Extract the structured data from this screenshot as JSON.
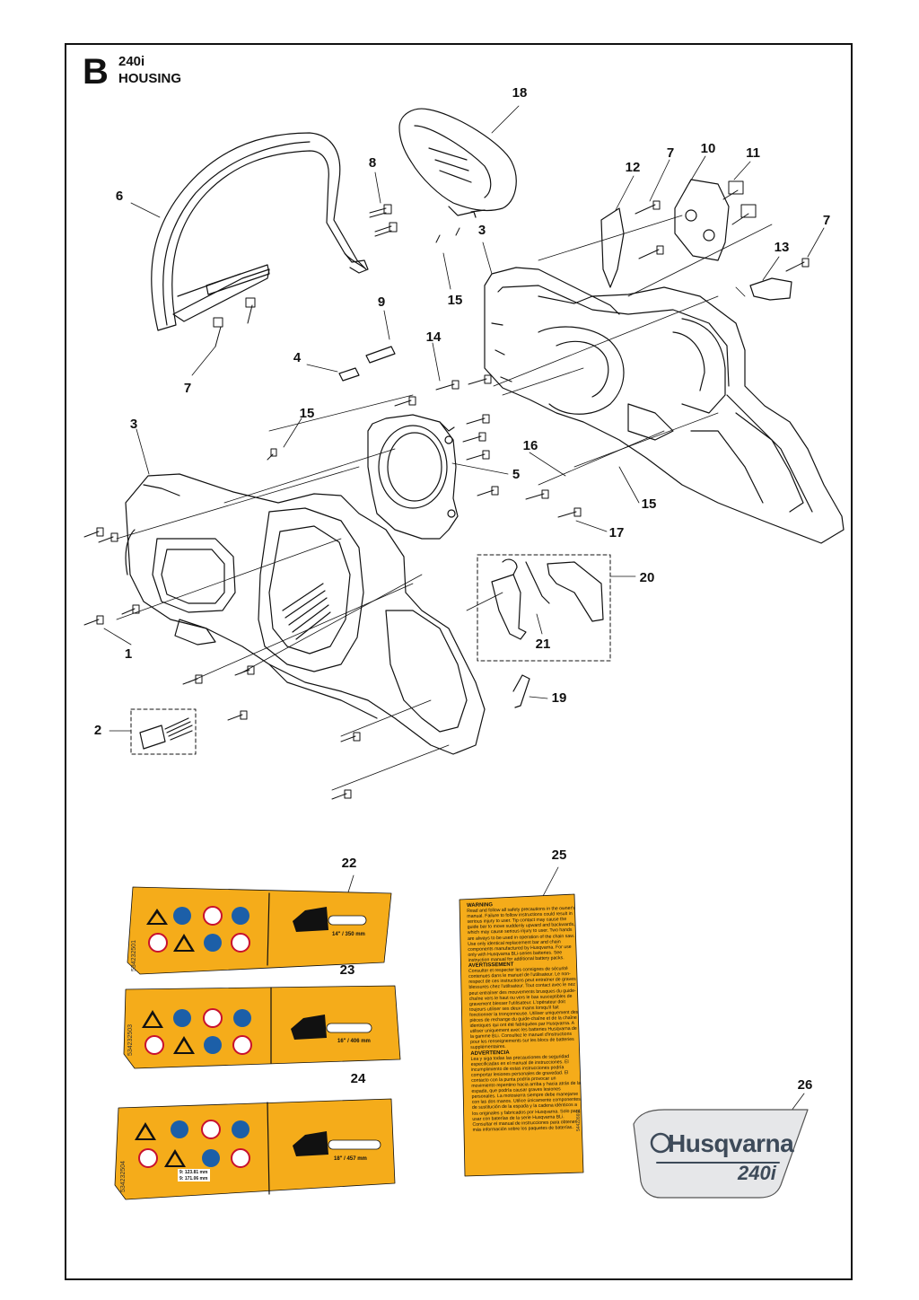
{
  "page": {
    "section_letter": "B",
    "model": "240i",
    "section_title": "HOUSING"
  },
  "callouts": [
    "1",
    "2",
    "3",
    "3",
    "4",
    "5",
    "6",
    "7",
    "7",
    "7",
    "7",
    "8",
    "9",
    "10",
    "11",
    "12",
    "13",
    "14",
    "15",
    "15",
    "15",
    "16",
    "17",
    "18",
    "19",
    "20",
    "21",
    "22",
    "23",
    "24",
    "25",
    "26"
  ],
  "warning_label": {
    "h1": "WARNING",
    "p1": "Read and follow all safety precautions in the owner's manual. Failure to follow instructions could result in serious injury to user. Tip contact may cause the guide bar to move suddenly upward and backwards, which may cause serious injury to user. Two hands are always to be used in operation of the chain saw. Use only identical replacement bar and chain components manufactured by Husqvarna. For use only with Husqvarna BLi-series batteries. See instruction manual for additional battery packs.",
    "h2": "AVERTISSEMENT",
    "p2": "Consulter et respecter les consignes de sécurité contenues dans le manuel de l'utilisateur. Le non-respect de ces instructions peut entraîner de graves blessures chez l'utilisateur. Tout contact avec le nez peut entraîner des mouvements brusques du guide-chaîne vers le haut ou vers le bas susceptibles de gravement blesser l'utilisateur. L'opérateur doit toujours utiliser ses deux mains lorsqu'il fait fonctionner la tronçonneuse. Utiliser uniquement des pièces de rechange du guide-chaîne et de la chaîne identiques qui ont été fabriquées par Husqvarna. A utiliser uniquement avec les batteries Husqvarna de la gamme BLi. Consultez le manuel d'instructions pour les renseignements sur les blocs de batteries supplémentaires.",
    "h3": "ADVERTENCIA",
    "p3": "Lea y siga todas las precauciones de seguridad especificadas en el manual de instrucciones. El incumplimiento de estas instrucciones podría comportar lesiones personales de gravedad. El contacto con la punta podría provocar un movimiento repentino hacia arriba y hacia atrás de la espada, que podría causar graves lesiones personales. La motosierra siempre debe manejarse con las dos manos. Utilice únicamente componentes de sustitución de la espada y la cadena idénticos a los originales y fabricados por Husqvarna. Solo para usar con baterías de la serie Husqvarna BLi. Consultar el manual de instrucciones para obtener más información sobre los paquetes de baterías.",
    "code": "544226601"
  },
  "decals": [
    {
      "code": "534232501",
      "bar": "14\" / 350 mm"
    },
    {
      "code": "534232503",
      "bar": "16\" / 406 mm"
    },
    {
      "code": "534232504",
      "bar": "18\" / 457 mm",
      "note1": "9: 123.81 mm",
      "note2": "9: 171.06 mm"
    }
  ],
  "badge": {
    "brand": "Husqvarna",
    "model": "240i"
  },
  "colors": {
    "decal_yellow": "#f5ac1a",
    "badge_grey": "#e6e7e9",
    "brand_text": "#3d4a59",
    "line": "#111111"
  }
}
